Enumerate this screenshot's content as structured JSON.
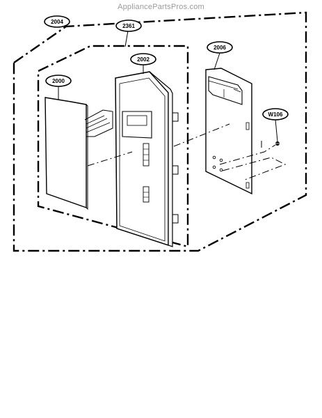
{
  "watermark": "AppliancePartsPros.com",
  "callouts": {
    "assembly_outer": "2004",
    "assembly_inner": "2361",
    "control_panel": "2002",
    "membrane_switch": "2000",
    "pcb": "2006",
    "screw": "W106"
  }
}
